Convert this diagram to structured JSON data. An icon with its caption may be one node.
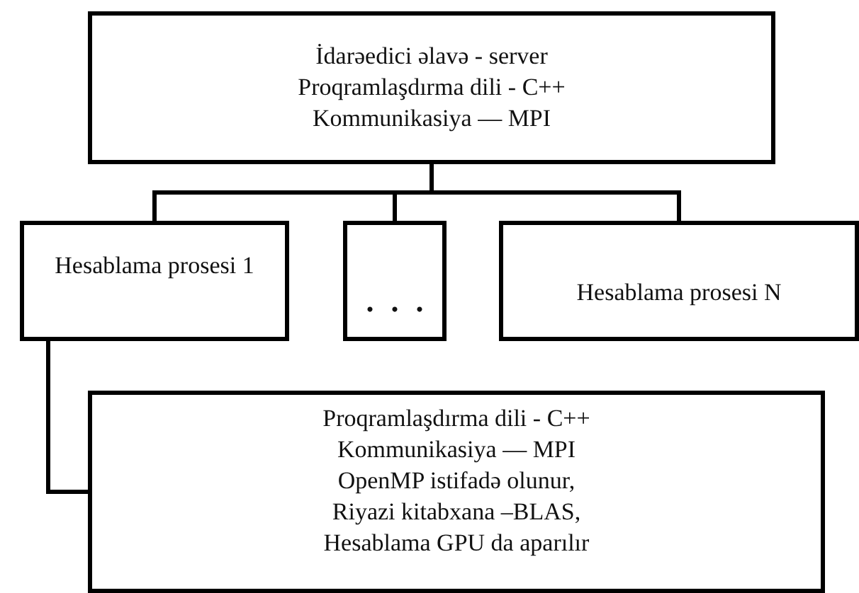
{
  "diagram": {
    "nodes": [
      {
        "text": [
          "İdarəedici əlavə - server",
          "Proqramlaşdırma dili - C++",
          "Kommunikasiya — MPI"
        ]
      },
      {
        "text": [
          "Hesablama prosesi 1"
        ]
      },
      {
        "text": [
          "..."
        ]
      },
      {
        "text": [
          "Hesablama prosesi N"
        ]
      },
      {
        "text": [
          "Proqramlaşdırma dili - C++",
          "Kommunikasiya — MPI",
          "OpenMP istifadə olunur,",
          "Riyazi kitabxana –BLAS,",
          "Hesablama GPU da aparılır"
        ]
      }
    ],
    "edges": [
      {
        "from": 0,
        "to": 1,
        "arrow": "none"
      },
      {
        "from": 0,
        "to": 2,
        "arrow": "none"
      },
      {
        "from": 0,
        "to": 3,
        "arrow": "none"
      },
      {
        "from": 1,
        "to": 4,
        "arrow": "none"
      }
    ]
  }
}
